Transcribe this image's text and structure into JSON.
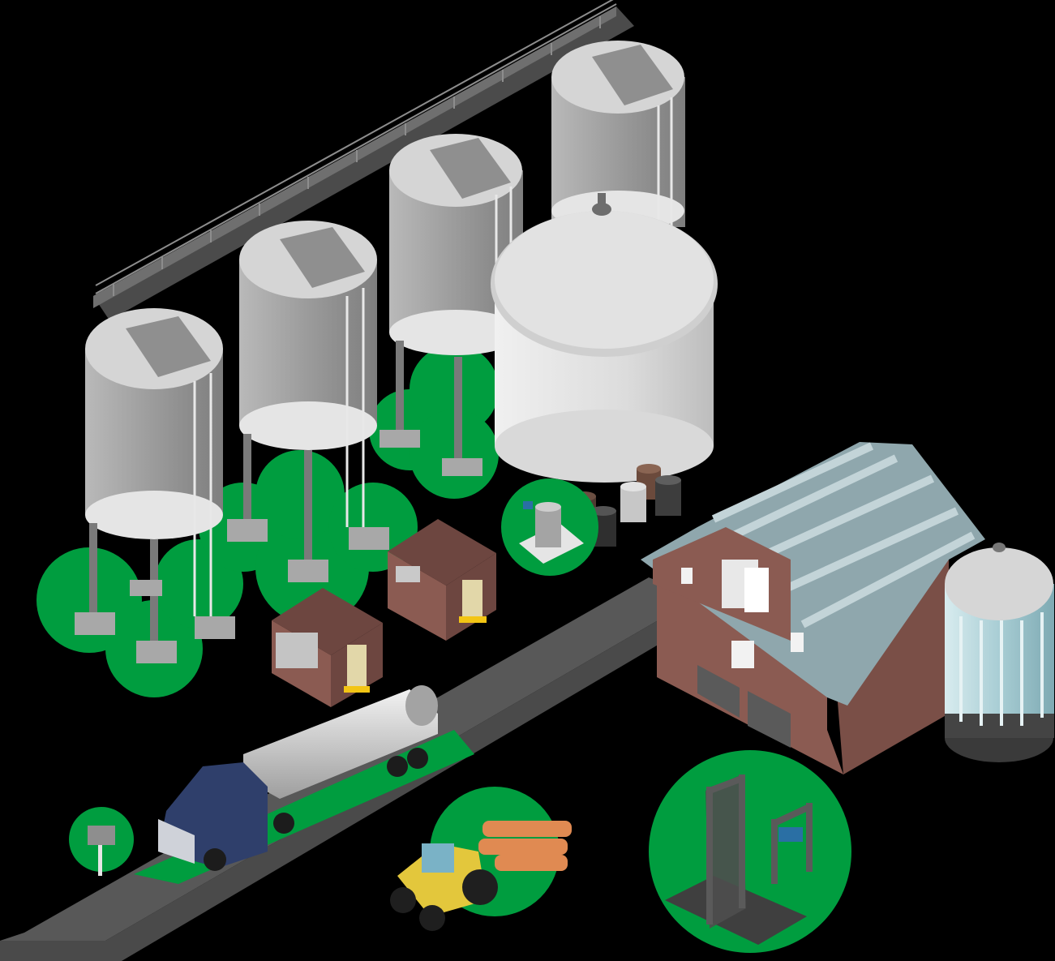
{
  "scene": {
    "background": "#000000",
    "palette": {
      "green": "#009d3f",
      "road": "#585858",
      "silo_body": "#9a9a9a",
      "silo_light": "#d7d7d7",
      "barn_wall": "#8a5a52",
      "barn_roof": "#8fa7ad",
      "shed": "#7a4f47",
      "truck_cab": "#2f3f6b",
      "tanker": "#cfcfcf",
      "tractor": "#e3c73c"
    }
  },
  "objects": {
    "silos": [
      "silo",
      "silo",
      "silo",
      "silo"
    ],
    "large_tank": "storage-tank",
    "barn": "barn",
    "side_silo": "glass-silo",
    "sheds": [
      "equipment-shed",
      "equipment-shed"
    ],
    "truck": "tanker-truck",
    "tractor": "tractor-with-log-trailer",
    "scale": "drum-platform-scale",
    "drums": "oil-drums",
    "sign": "roadside-sign",
    "platform": "weighing-cage"
  }
}
